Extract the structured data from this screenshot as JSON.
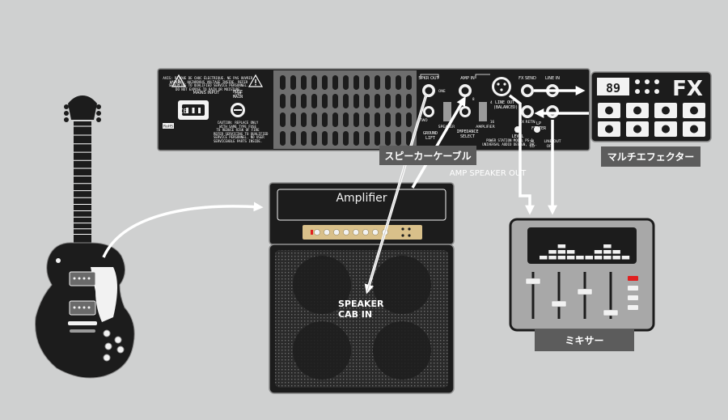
{
  "rack_panel": {
    "mains_input": "MAINS INPUT",
    "fuse_main": "FUSE\nMAIN",
    "fuse_rating": "T3A",
    "ce_mark": "CE",
    "rohs_mark": "RoHS",
    "warning_text": "AVIS: RISQUE DE CHOC ÉLECTRIQUE. NE PAS OUVRIR.\nWARNING: HAZARDOUS VOLTAGE INSIDE. REFER\nSERVICING TO QUALIFIED SERVICE PERSONNEL.\nDO NOT EXPOSE TO RAIN OR MOISTURE.",
    "caution_text": "CAUTION: REPLACE ONLY\nWITH SAME TYPE FUSE\nTO REDUCE RISK OF FIRE\nREFER SERVICING TO QUALIFIED\nSERVICE PERSONNEL. NO USER\nSERVICEABLE PARTS INSIDE.",
    "speaker_out": "SPKR OUT",
    "amp_in": "AMP IN",
    "one": "ONE",
    "two": "TWO",
    "speaker": "SPEAKER",
    "amplifier": "AMPLIFIER",
    "ground_lift": "GROUND\nLIFT",
    "impedance_select": "IMPEDANCE\nSELECT",
    "ohms_4": "4",
    "ohms_8": "8",
    "ohms_16": "16",
    "model_text": "POWER STATION MODEL PS-1\nUNIVERSAL AUDIO DESIGN, INC.",
    "fx_send": "FX SEND",
    "line_in": "LINE IN",
    "fx_retn": "FX RETN",
    "line_out": "LINE OUT",
    "line_out_balanced": "LINE OUT\n(BALANCED)",
    "fx_level": "FX\nLEVEL",
    "lp_filter": "LP\nFILTER",
    "hi": "HI",
    "lo": "LO",
    "off": "OFF"
  },
  "multi_fx": {
    "display": "89",
    "logo": "FX",
    "label": "マルチエフェクター"
  },
  "amp_head": {
    "title": "Amplifier"
  },
  "cabinet": {
    "input_label": "SPEAKER\nCAB IN"
  },
  "mixer": {
    "label": "ミキサー"
  },
  "labels": {
    "speaker_cable": "スピーカーケーブル",
    "amp_speaker_out": "AMP SPEAKER OUT"
  },
  "colors": {
    "background": "#cfd0d0",
    "panel": "#1c1c1c",
    "label_box": "#5c5c5c",
    "amp_panel": "#d9c08a",
    "indicator_red": "#e02020"
  }
}
